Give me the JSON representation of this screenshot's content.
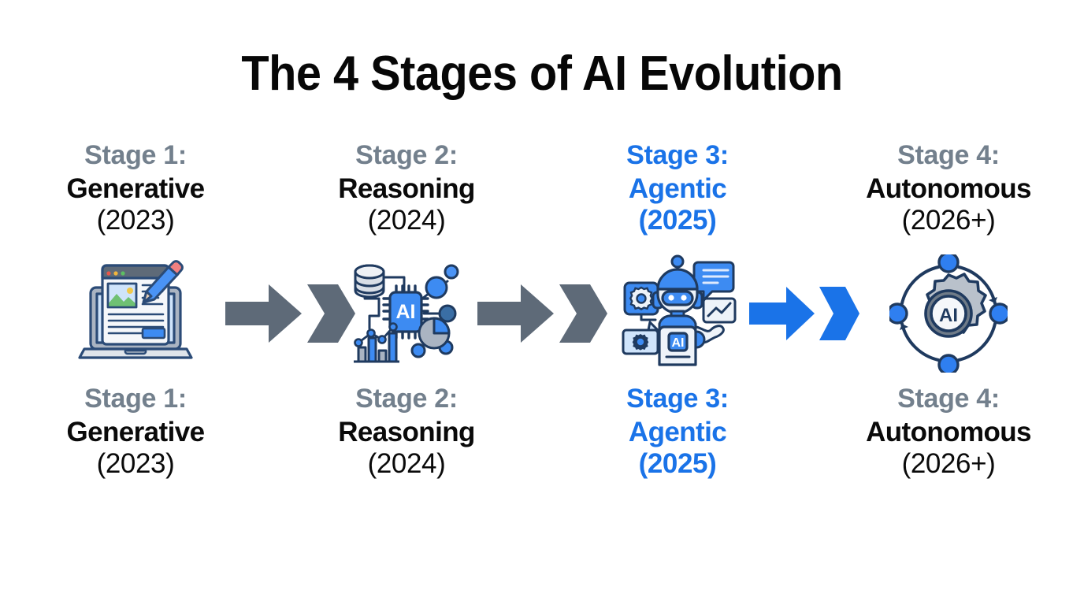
{
  "title": "The 4 Stages of AI Evolution",
  "colors": {
    "background": "#ffffff",
    "title": "#070707",
    "stage_label_grey": "#73808d",
    "body_text": "#0a0a0a",
    "accent_blue": "#1a73e8",
    "arrow_grey": "#5e6a78",
    "icon_blue": "#3d8bf2",
    "icon_dark_outline": "#1f3a5f",
    "icon_grey": "#c2c9d2"
  },
  "stages": [
    {
      "stage_label": "Stage 1:",
      "name": "Generative",
      "year": "(2023)",
      "highlighted": false,
      "icon_name": "laptop-content-generation-icon"
    },
    {
      "stage_label": "Stage 2:",
      "name": "Reasoning",
      "year": "(2024)",
      "highlighted": false,
      "icon_name": "ai-chip-data-network-icon"
    },
    {
      "stage_label": "Stage 3:",
      "name": "Agentic",
      "year": "(2025)",
      "highlighted": true,
      "icon_name": "ai-robot-agent-icon"
    },
    {
      "stage_label": "Stage 4:",
      "name": "Autonomous",
      "year": "(2026+)",
      "highlighted": false,
      "icon_name": "ai-gear-autonomous-loop-icon"
    }
  ],
  "arrows": [
    {
      "name": "arrow-stage1-to-stage2",
      "color": "#5e6a78",
      "highlighted": false
    },
    {
      "name": "arrow-stage2-to-stage3",
      "color": "#5e6a78",
      "highlighted": false
    },
    {
      "name": "arrow-stage3-to-stage4",
      "color": "#1a73e8",
      "highlighted": true
    }
  ],
  "icon_text": {
    "chip_ai": "AI",
    "robot_badge_ai": "AI",
    "gear_ai": "AI"
  }
}
